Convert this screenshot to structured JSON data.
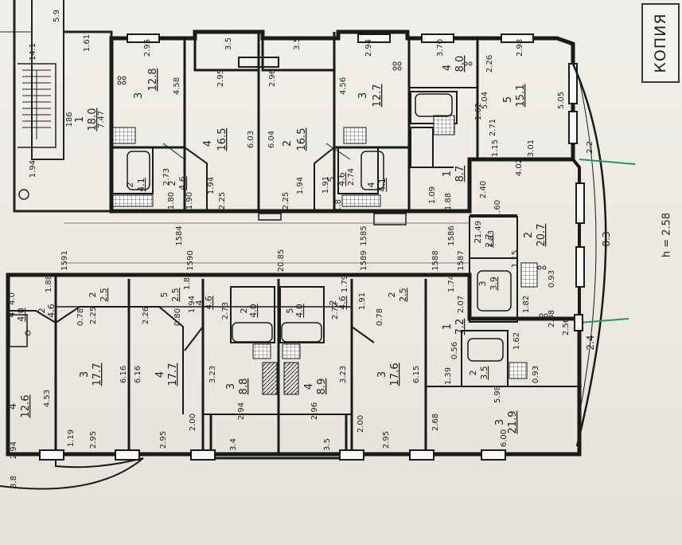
{
  "stamp": {
    "text": "КОПИЯ"
  },
  "ceiling_height": "h = 2.58",
  "rooms": [
    {
      "id": "r1",
      "num": "3",
      "area": "12.8"
    },
    {
      "id": "r2",
      "num": "4",
      "area": "16.5"
    },
    {
      "id": "r3",
      "num": "2",
      "area": "16.5"
    },
    {
      "id": "r4",
      "num": "3",
      "area": "12.7"
    },
    {
      "id": "r5",
      "num": "4",
      "area": "8.0"
    },
    {
      "id": "r6",
      "num": "5",
      "area": "15.1"
    },
    {
      "id": "r7",
      "num": "2",
      "area": "20.7"
    },
    {
      "id": "r8",
      "num": "1",
      "area": "8.7"
    },
    {
      "id": "r9",
      "num": "2",
      "area": "4.1"
    },
    {
      "id": "r10",
      "num": "4",
      "area": "4.1"
    },
    {
      "id": "r11",
      "num": "2",
      "area": "4.6"
    },
    {
      "id": "r12",
      "num": "5",
      "area": "4.6"
    },
    {
      "id": "r13",
      "num": "1",
      "area": "18.0"
    },
    {
      "id": "r14",
      "num": "3",
      "area": "17.7"
    },
    {
      "id": "r15",
      "num": "4",
      "area": "17.7"
    },
    {
      "id": "r16",
      "num": "3",
      "area": "8.8"
    },
    {
      "id": "r17",
      "num": "4",
      "area": "8.9"
    },
    {
      "id": "r18",
      "num": "3",
      "area": "17.6"
    },
    {
      "id": "r19",
      "num": "3",
      "area": "21.9"
    },
    {
      "id": "r20",
      "num": "4",
      "area": "12.6"
    },
    {
      "id": "r21",
      "num": "1",
      "area": "7.2"
    },
    {
      "id": "r22",
      "num": "2",
      "area": "2.5"
    },
    {
      "id": "r23",
      "num": "5",
      "area": "2.5"
    },
    {
      "id": "r24",
      "num": "2",
      "area": "2.5"
    },
    {
      "id": "r25",
      "num": "4",
      "area": "4.6"
    },
    {
      "id": "r26",
      "num": "2",
      "area": "4.6"
    },
    {
      "id": "r27",
      "num": "2",
      "area": "4.0"
    },
    {
      "id": "r28",
      "num": "5",
      "area": "4.0"
    },
    {
      "id": "r29",
      "num": "3",
      "area": "3.9"
    },
    {
      "id": "r30",
      "num": "2",
      "area": "3.5"
    },
    {
      "id": "r31",
      "num": "2",
      "area": "2.7"
    },
    {
      "id": "r32",
      "num": "2",
      "area": "4.6"
    },
    {
      "id": "r33",
      "num": "4",
      "area": "4.0"
    }
  ],
  "dimensions": {
    "d2_95a": "2.95",
    "d3_5a": "3.5",
    "d3_5b": "3.5",
    "d2_94a": "2.94",
    "d3_70": "3.70",
    "d2_98a": "2.98",
    "d4_58": "4.58",
    "d2_95b": "2.95",
    "d2_96a": "2.96",
    "d4_56": "4.56",
    "d2_26": "2.26",
    "d5_04": "5.04",
    "d5_05": "5.05",
    "d6_03": "6.03",
    "d6_04": "6.04",
    "d1_62a": "1.62",
    "d2_71": "2.71",
    "d1_15a": "1.15",
    "d3_01": "3.01",
    "d2_2": "2.2",
    "d4_02": "4.02",
    "d2_73a": "2.73",
    "d1_94a": "1.94",
    "d1_94b": "1.94",
    "d1_91a": "1.91",
    "d2_74": "2.74",
    "d1_80": "1.80",
    "d1_90": "1.90",
    "d2_25a": "2.25",
    "d2_25b": "2.25",
    "d1_8a": "1.8",
    "d1_09": "1.09",
    "d1_88": "1.88",
    "d2_40": "2.40",
    "d1_60": "1.60",
    "d8_3": "8.3",
    "d1584": "1584",
    "d1585": "1585",
    "d1586": "1586",
    "d1590": "1590",
    "d1589": "1589",
    "d1588": "1588",
    "d1587": "1587",
    "d1591": "1591",
    "d20_85": "20.85",
    "d1_83": "1.83",
    "d1_15b": "1.15",
    "d1_49": "1.49",
    "d0_93a": "0.93",
    "d1_88b": "1.88",
    "d1_8b": "1.8",
    "d1_79": "1.79",
    "d1_74": "1.74",
    "d1_94c": "1.94",
    "d1_91b": "1.91",
    "d2_07": "2.07",
    "d1_82": "1.82",
    "d2_08": "2.08",
    "d2_56": "2.56",
    "d2_4": "2.4",
    "d0_78a": "0.78",
    "d2_25c": "2.25",
    "d2_26b": "2.26",
    "d0_80": "0.80",
    "d2_73b": "2.73",
    "d2_72": "2.72",
    "d0_78b": "0.78",
    "d1_62b": "1.62",
    "d0_56": "0.56",
    "d1_39": "1.39",
    "d6_16a": "6.16",
    "d6_16b": "6.16",
    "d3_23a": "3.23",
    "d3_23b": "3.23",
    "d6_15": "6.15",
    "d4_53": "4.53",
    "d0_93b": "0.93",
    "d5_98": "5.98",
    "d1_19": "1.19",
    "d2_00a": "2.00",
    "d2_94b": "2.94",
    "d2_96b": "2.96",
    "d2_00b": "2.00",
    "d2_68": "2.68",
    "d6_00": "6.00",
    "d2_95c": "2.95",
    "d2_95d": "2.95",
    "d2_95e": "2.95",
    "d3_4": "3.4",
    "d3_5c": "3.5",
    "d2_94c": "2.94",
    "d8_8": "8.8",
    "d5_9": "5.9",
    "d14_1": "14.1",
    "d1_61": "1.61",
    "d7_47": "7.47",
    "d1_86": "186",
    "d1_94d": "1.94",
    "d4_0": "4.0"
  }
}
